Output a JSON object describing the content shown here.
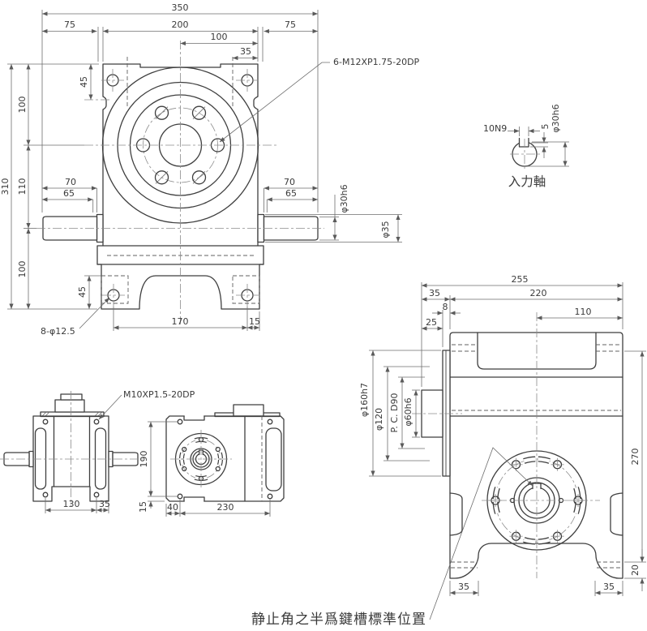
{
  "front": {
    "t350": "350",
    "t75l": "75",
    "t200": "200",
    "t75r": "75",
    "t100top": "100",
    "t35top": "35",
    "t45top": "45",
    "t100a": "100",
    "t310": "310",
    "t110": "110",
    "t100b": "100",
    "t70l": "70",
    "t65l": "65",
    "t70r": "70",
    "t65r": "65",
    "tphi30": "φ30h6",
    "tphi35": "φ35",
    "t45bot": "45",
    "t170": "170",
    "t15": "15",
    "holes_note": "8-φ12.5",
    "thread_note": "6-M12XP1.75-20DP"
  },
  "input_detail": {
    "t10n9": "10N9",
    "t5": "5",
    "tphi30": "φ30h6",
    "label": "入力軸"
  },
  "left_view": {
    "t130": "130",
    "t35": "35",
    "thread_note": "M10XP1.5-20DP"
  },
  "bottom_view": {
    "t190": "190",
    "t15": "15",
    "t40": "40",
    "t230": "230"
  },
  "side_view": {
    "t255": "255",
    "t35top": "35",
    "t220": "220",
    "t8": "8",
    "t25": "25",
    "t110": "110",
    "tphi160": "φ160h7",
    "tphi120": "φ120",
    "tpcd": "P. C. D90",
    "tphi60": "φ60h6",
    "t270": "270",
    "t20": "20",
    "t35bl": "35",
    "t35br": "35"
  },
  "keyway_note": "静止角之半爲鍵槽標準位置"
}
